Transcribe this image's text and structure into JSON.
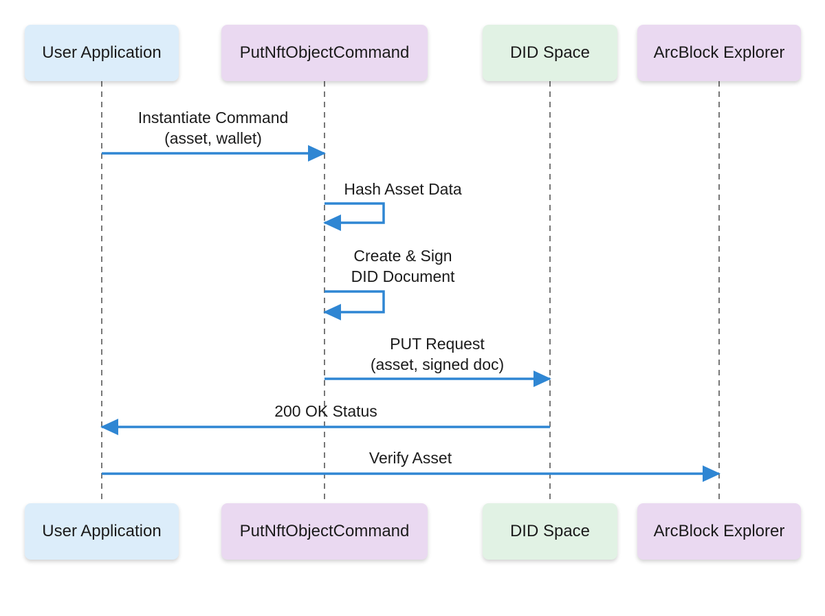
{
  "colors": {
    "arrow": "#2f86d3",
    "lifeline": "#555555",
    "participants": [
      "#dcedfa",
      "#ead9f1",
      "#e1f2e4",
      "#ead9f1"
    ]
  },
  "participants": [
    {
      "label": "User Application"
    },
    {
      "label": "PutNftObjectCommand"
    },
    {
      "label": "DID Space"
    },
    {
      "label": "ArcBlock Explorer"
    }
  ],
  "messages": [
    {
      "from": 0,
      "to": 1,
      "lines": [
        "Instantiate Command",
        "(asset, wallet)"
      ]
    },
    {
      "from": 1,
      "to": 1,
      "lines": [
        "Hash Asset Data"
      ]
    },
    {
      "from": 1,
      "to": 1,
      "lines": [
        "Create & Sign",
        "DID Document"
      ]
    },
    {
      "from": 1,
      "to": 2,
      "lines": [
        "PUT Request",
        "(asset, signed doc)"
      ]
    },
    {
      "from": 2,
      "to": 0,
      "lines": [
        "200 OK Status"
      ]
    },
    {
      "from": 0,
      "to": 3,
      "lines": [
        "Verify Asset"
      ]
    }
  ]
}
